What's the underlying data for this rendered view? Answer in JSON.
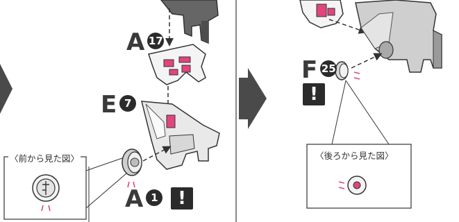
{
  "labels": {
    "a17": {
      "letter": "A",
      "number": "17"
    },
    "e7": {
      "letter": "E",
      "number": "7"
    },
    "a1": {
      "letter": "A",
      "number": "1"
    },
    "f25": {
      "letter": "F",
      "number": "25"
    }
  },
  "caution_mark": "!",
  "callouts": {
    "front_view": "〈前から見た図〉",
    "back_view": "〈後ろから見た図〉"
  },
  "colors": {
    "accent": "#e2457e",
    "part_dark": "#5f5f5f",
    "part_light": "#e6e6e6",
    "line": "#333333",
    "step_arrow": "#4a4a4a"
  }
}
